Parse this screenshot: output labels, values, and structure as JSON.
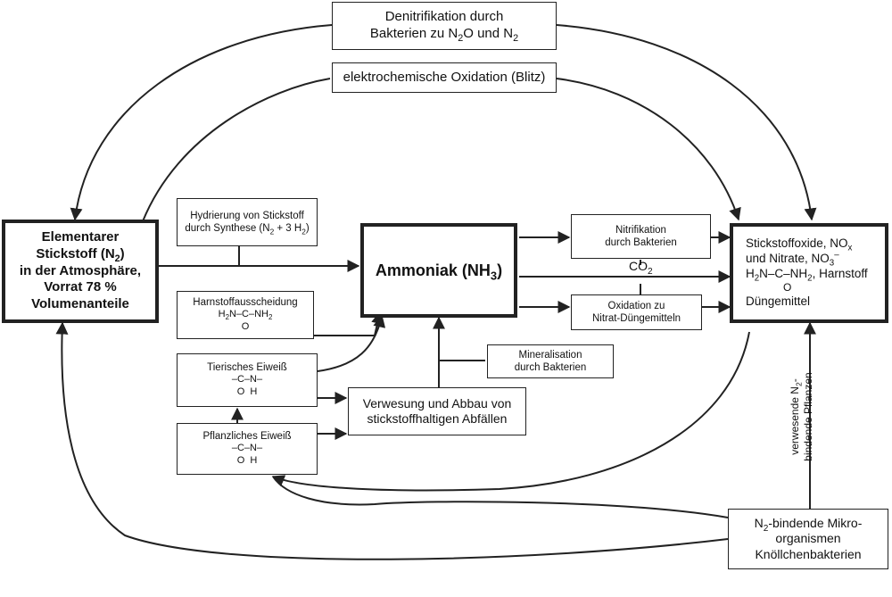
{
  "boxes": {
    "denitrification": {
      "line1": "Denitrifikation durch",
      "line2_a": "Bakterien zu N",
      "line2_sub1": "2",
      "line2_b": "O und N",
      "line2_sub2": "2"
    },
    "oxidation_lightning": {
      "text": "elektrochemische Oxidation (Blitz)"
    },
    "elemental_nitrogen": {
      "line1": "Elementarer",
      "line2_a": "Stickstoff (N",
      "line2_sub": "2",
      "line2_b": ")",
      "line3": "in der Atmosphäre,",
      "line4": "Vorrat 78 %",
      "line5": "Volumenanteile"
    },
    "hydrogenation": {
      "line1": "Hydrierung von Stickstoff",
      "line2_a": "durch Synthese (N",
      "line2_sub1": "2",
      "line2_b": " + 3 H",
      "line2_sub2": "2",
      "line2_c": ")"
    },
    "ammonia": {
      "label_a": "Ammoniak (NH",
      "label_sub": "3",
      "label_b": ")"
    },
    "nitrification": {
      "line1": "Nitrifikation",
      "line2": "durch Bakterien"
    },
    "oxidation_nitrate": {
      "line1": "Oxidation zu",
      "line2": "Nitrat-Düngemitteln"
    },
    "nitrogen_oxides": {
      "line1_a": "Stickstoffoxide, NO",
      "line1_sub": "x",
      "line2_a": "und Nitrate, NO",
      "line2_sub": "3",
      "line2_sup": "–",
      "line3_a": "H",
      "line3_sub1": "2",
      "line3_b": "N–C–NH",
      "line3_sub2": "2",
      "line3_c": ", Harnstoff",
      "line4": "O",
      "line5": "Düngemittel"
    },
    "urea_excretion": {
      "title": "Harnstoffausscheidung",
      "f_a": "H",
      "f_sub1": "2",
      "f_b": "N–C–NH",
      "f_sub2": "2",
      "f_c": "O"
    },
    "animal_protein": {
      "title": "Tierisches Eiweiß",
      "f1": "–C–N–",
      "f2": "O  H"
    },
    "plant_protein": {
      "title": "Pflanzliches Eiweiß",
      "f1": "–C–N–",
      "f2": "O  H"
    },
    "mineralisation": {
      "line1": "Mineralisation",
      "line2": "durch Bakterien"
    },
    "decay": {
      "line1": "Verwesung und Abbau von",
      "line2": "stickstoffhaltigen Abfällen"
    },
    "microorganisms": {
      "line1_a": "N",
      "line1_sub": "2",
      "line1_b": "-bindende Mikro-",
      "line2": "organismen",
      "line3": "Knöllchenbakterien"
    }
  },
  "labels": {
    "co2_a": "CO",
    "co2_sub": "2",
    "vertical_line1_a": "verwesende N",
    "vertical_line1_sub": "2",
    "vertical_line1_b": "-",
    "vertical_line2": "bindende Pflanzen"
  },
  "colors": {
    "stroke": "#222222",
    "background": "#ffffff"
  }
}
